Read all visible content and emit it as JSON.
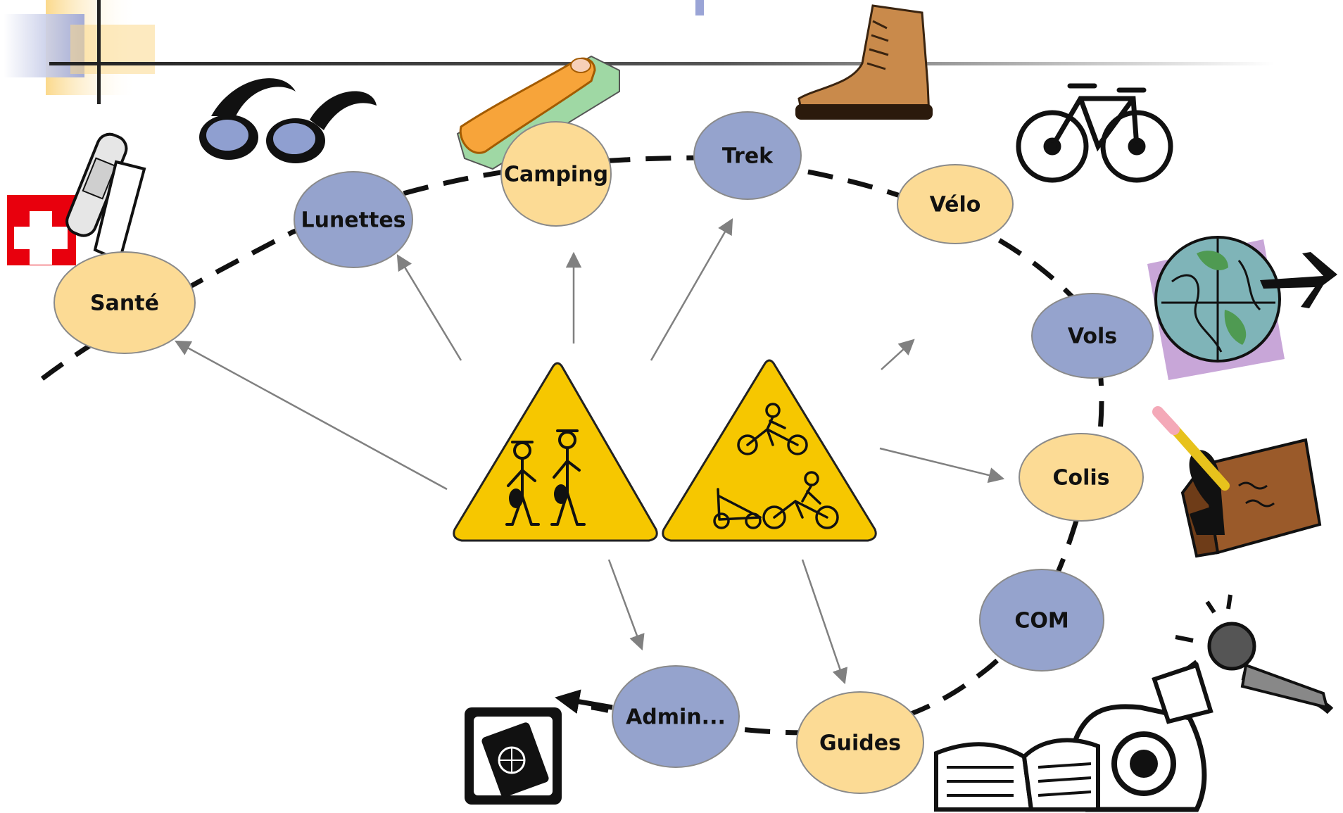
{
  "colors": {
    "blue_node": "#95a3cd",
    "yellow_node": "#fcdb95",
    "node_stroke": "#8a8a8a",
    "connector": "#808080",
    "path": "#111111",
    "sign_yellow": "#f6c700",
    "header_yellow": "#fbd98c",
    "header_blue": "#9aa4d6"
  },
  "nodes": [
    {
      "id": "sante",
      "label": "Santé",
      "variant": "yellow"
    },
    {
      "id": "lunettes",
      "label": "Lunettes",
      "variant": "blue"
    },
    {
      "id": "camping",
      "label": "Camping",
      "variant": "yellow"
    },
    {
      "id": "trek",
      "label": "Trek",
      "variant": "blue"
    },
    {
      "id": "velo",
      "label": "Vélo",
      "variant": "yellow"
    },
    {
      "id": "vols",
      "label": "Vols",
      "variant": "blue"
    },
    {
      "id": "colis",
      "label": "Colis",
      "variant": "yellow"
    },
    {
      "id": "com",
      "label": "COM",
      "variant": "blue"
    },
    {
      "id": "guides",
      "label": "Guides",
      "variant": "yellow"
    },
    {
      "id": "admin",
      "label": "Admin...",
      "variant": "blue"
    }
  ],
  "center": {
    "signs": [
      {
        "id": "hikers-sign",
        "icon": "hikers-warning-sign-icon"
      },
      {
        "id": "cyclists-sign",
        "icon": "cyclists-warning-sign-icon"
      }
    ]
  },
  "icons": [
    "first-aid-icon",
    "glasses-icon",
    "sleeping-bag-icon",
    "boot-icon",
    "bicycle-icon",
    "globe-airplane-icon",
    "parcel-writer-icon",
    "microphone-icon",
    "camera-icon",
    "open-book-icon",
    "passport-icon"
  ]
}
